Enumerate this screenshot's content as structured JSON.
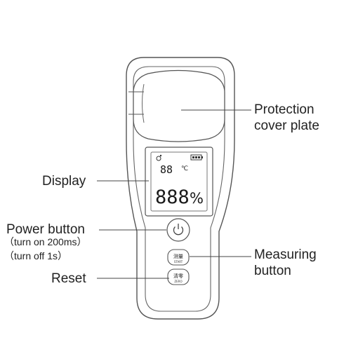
{
  "labels": {
    "protection_line1": "Protection",
    "protection_line2": "cover plate",
    "display": "Display",
    "power": "Power button",
    "power_note1": "（turn on 200ms）",
    "power_note2": "（turn off 1s）",
    "reset": "Reset",
    "measuring_line1": "Measuring",
    "measuring_line2": "button"
  },
  "screen": {
    "temperature": "88",
    "temp_unit": "℃",
    "humidity": "888",
    "humidity_unit": "%"
  },
  "buttons": {
    "measure_cn": "测量",
    "measure_en": "START",
    "reset_cn": "清零",
    "reset_en": "ZERO"
  },
  "colors": {
    "outline": "#555555",
    "lcd_text": "#1a1a1a",
    "leader": "#444444"
  }
}
